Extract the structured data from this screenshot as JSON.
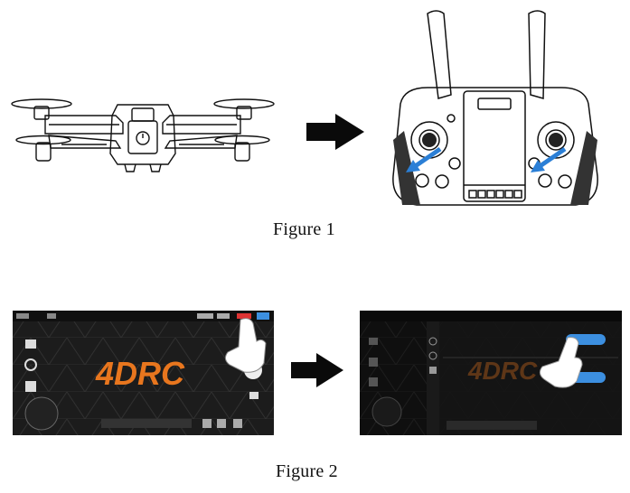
{
  "figure1": {
    "caption": "Figure 1"
  },
  "figure2": {
    "caption": "Figure 2",
    "logo_text": "4DRC",
    "left_screen": {
      "toolbar_icons": [
        "back-icon",
        "gallery-icon",
        "signal-icon",
        "battery-icon",
        "settings-icon"
      ],
      "side_icons": [
        "takeoff-icon",
        "landing-icon",
        "lock-icon"
      ],
      "bottom_buttons": [
        "",
        "",
        "",
        ""
      ]
    },
    "right_screen": {
      "panel_buttons": [
        "",
        ""
      ]
    }
  },
  "colors": {
    "arrow": "#0a0a0a",
    "logo_orange": "#e8761e",
    "accent_blue": "#3c8fe0",
    "hand_white": "#ffffff",
    "remote_arrow_blue": "#2b7fd6"
  }
}
